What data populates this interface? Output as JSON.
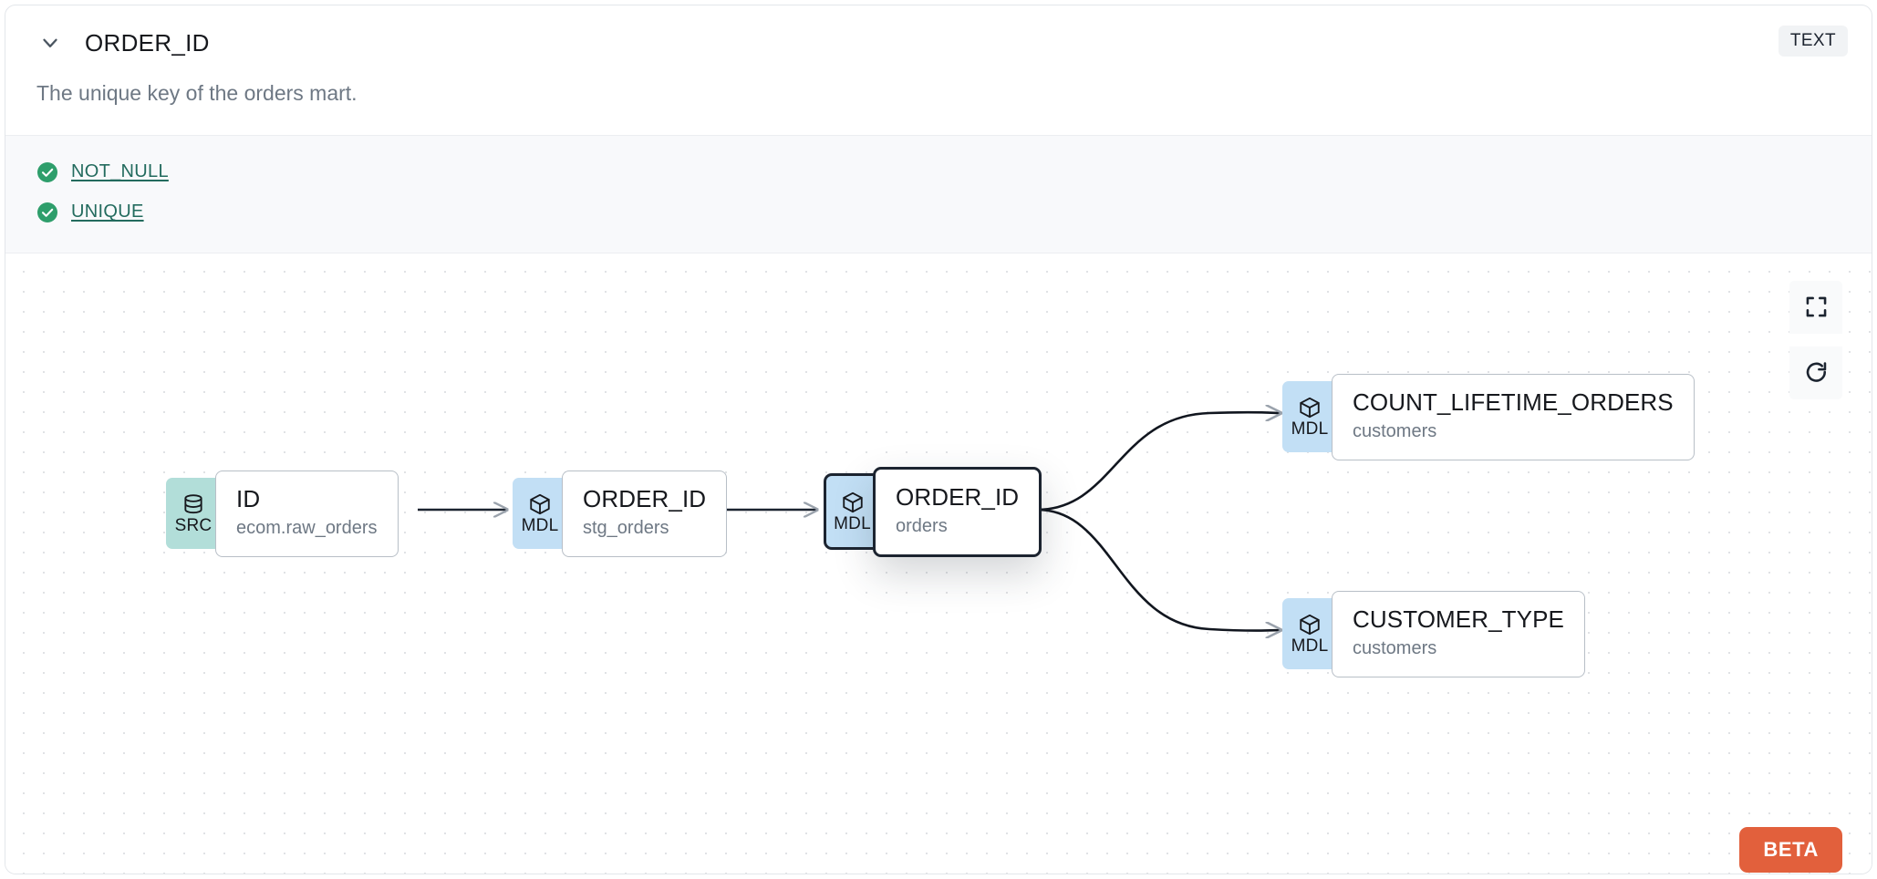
{
  "header": {
    "collapse_icon": "chevron-down-icon",
    "title": "ORDER_ID",
    "type_badge": "TEXT"
  },
  "description": "The unique key of the orders mart.",
  "tests": [
    {
      "icon": "check-circle-icon",
      "label": "NOT_NULL",
      "status": "passed"
    },
    {
      "icon": "check-circle-icon",
      "label": "UNIQUE",
      "status": "passed"
    }
  ],
  "colors": {
    "source_badge": "#b2ded9",
    "model_badge": "#c2dff5",
    "test_pass": "#2e9e6b",
    "test_link": "#236b5e",
    "beta": "#e2603c",
    "selected_border": "#1c2430"
  },
  "lineage": {
    "nodes": [
      {
        "id": "src-id",
        "kind": "SRC",
        "kind_icon": "database-icon",
        "name": "ID",
        "source": "ecom.raw_orders",
        "selected": false
      },
      {
        "id": "mdl-stg-orders",
        "kind": "MDL",
        "kind_icon": "cube-icon",
        "name": "ORDER_ID",
        "source": "stg_orders",
        "selected": false
      },
      {
        "id": "mdl-orders",
        "kind": "MDL",
        "kind_icon": "cube-icon",
        "name": "ORDER_ID",
        "source": "orders",
        "selected": true
      },
      {
        "id": "mdl-count-life",
        "kind": "MDL",
        "kind_icon": "cube-icon",
        "name": "COUNT_LIFETIME_ORDERS",
        "source": "customers",
        "selected": false
      },
      {
        "id": "mdl-cust-type",
        "kind": "MDL",
        "kind_icon": "cube-icon",
        "name": "CUSTOMER_TYPE",
        "source": "customers",
        "selected": false
      }
    ],
    "edges": [
      {
        "from": "src-id",
        "to": "mdl-stg-orders"
      },
      {
        "from": "mdl-stg-orders",
        "to": "mdl-orders"
      },
      {
        "from": "mdl-orders",
        "to": "mdl-count-life"
      },
      {
        "from": "mdl-orders",
        "to": "mdl-cust-type"
      }
    ],
    "controls": [
      {
        "name": "fit-view-button",
        "icon": "expand-icon"
      },
      {
        "name": "reset-button",
        "icon": "refresh-icon"
      }
    ],
    "beta_label": "BETA"
  }
}
